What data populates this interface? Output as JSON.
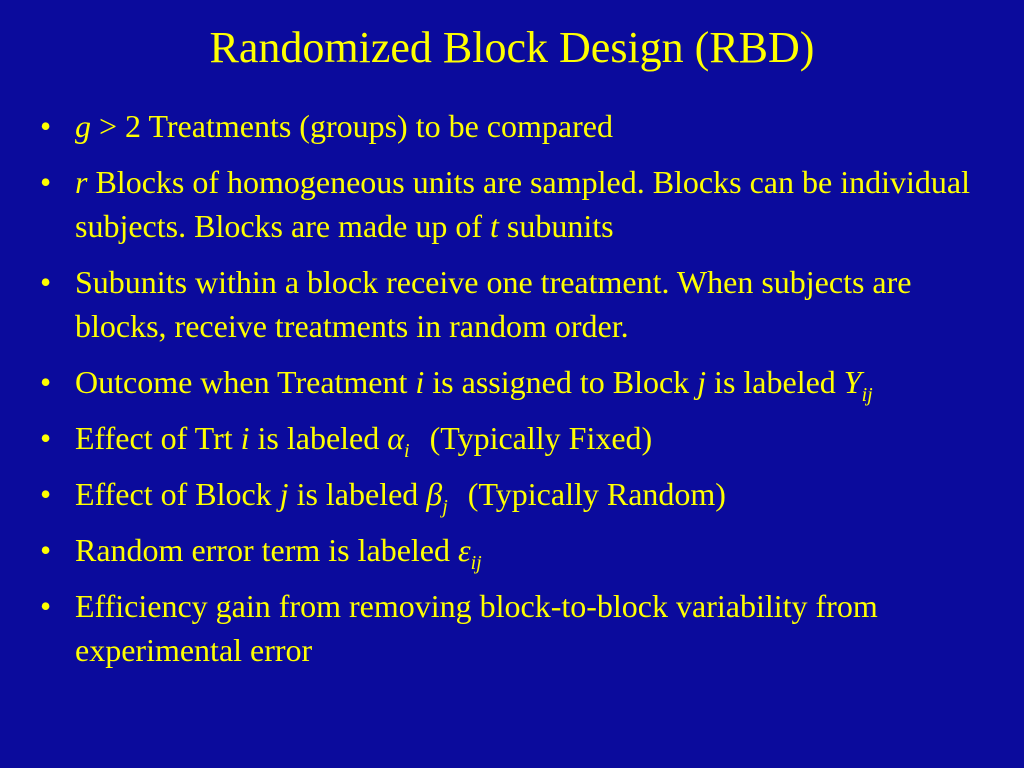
{
  "slide": {
    "title": "Randomized Block Design (RBD)",
    "bullet_char": "•",
    "bullets": [
      {
        "parts": [
          "g",
          " > 2 Treatments (groups) to be compared"
        ]
      },
      {
        "parts": [
          "r",
          " Blocks of homogeneous units are sampled. Blocks can be individual subjects. Blocks are made up of ",
          "t",
          " subunits"
        ]
      },
      {
        "parts": [
          "Subunits within a block receive one treatment. When subjects are blocks, receive treatments in random order."
        ]
      },
      {
        "parts": [
          "Outcome when Treatment ",
          "i",
          " is assigned to Block ",
          "j",
          " is labeled ",
          "Y",
          "ij"
        ]
      },
      {
        "parts": [
          "Effect of Trt ",
          "i",
          " is labeled ",
          "α",
          "i",
          "(Typically Fixed)"
        ]
      },
      {
        "parts": [
          "Effect of Block ",
          "j",
          " is labeled ",
          "β",
          "j",
          "(Typically Random)"
        ]
      },
      {
        "parts": [
          "Random error term is labeled ",
          "ε",
          "ij"
        ]
      },
      {
        "parts": [
          "Efficiency gain from removing block-to-block variability from experimental error"
        ]
      }
    ]
  }
}
